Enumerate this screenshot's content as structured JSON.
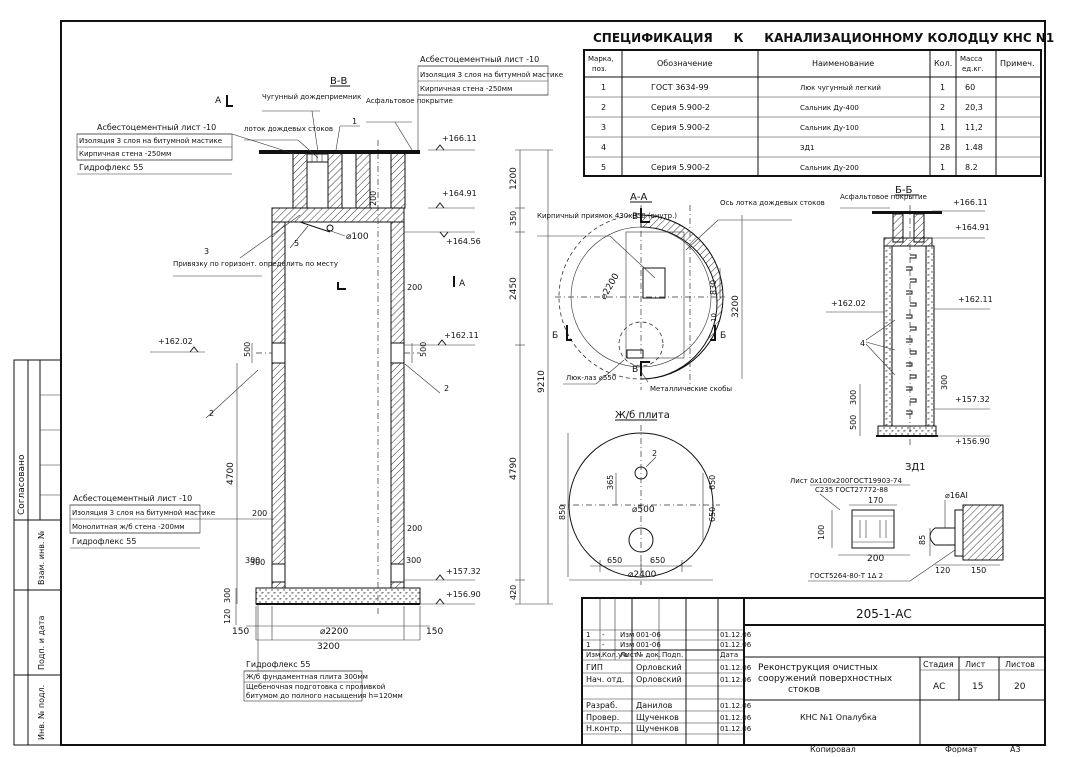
{
  "spec": {
    "title": "СПЕЦИФИКАЦИЯ     К     КАНАЛИЗАЦИОННОМУ КОЛОДЦУ КНС N1",
    "headers": [
      "Марка, поз.",
      "Обозначение",
      "Наименование",
      "Кол.",
      "Масса ед.кг.",
      "Примеч."
    ],
    "rows": [
      [
        "1",
        "ГОСТ 3634-99",
        "Люк чугунный легкий",
        "1",
        "60",
        ""
      ],
      [
        "2",
        "Серия 5.900-2",
        "Сальник Ду-400",
        "2",
        "20,3",
        ""
      ],
      [
        "3",
        "Серия 5.900-2",
        "Сальник Ду-100",
        "1",
        "11,2",
        ""
      ],
      [
        "4",
        "",
        "ЗД1",
        "28",
        "1.48",
        ""
      ],
      [
        "5",
        "Серия 5.900-2",
        "Сальник Ду-200",
        "1",
        "8.2",
        ""
      ]
    ]
  },
  "section_bb": {
    "title": "В-В",
    "marker_a_top": "А",
    "marker_a_right": "А",
    "labels": {
      "hatch": "Чугунный дождеприемник",
      "tray": "лоток дождевых стоков",
      "asphalt": "Асфальтовое покрытие",
      "anchor": "Привязку по горизонт. определить по месту",
      "diam100": "⌀100"
    },
    "note_top_left": [
      "Асбестоцементный лист    -10",
      "Изоляция 3 слоя на битумной мастике",
      "Кирпичная стена         -250мм",
      "Гидрофлекс 55"
    ],
    "note_top_right": [
      "Асбестоцементный лист   -10",
      "Изоляция 3 слоя на битумной мастике",
      "Кирпичная стена         -250мм"
    ],
    "note_mid_left": [
      "Асбестоцементный лист    -10",
      "Изоляция 3 слоя на битумной мастике",
      "Монолитная ж/б стена  -200мм",
      "Гидрофлекс 55"
    ],
    "note_bottom": [
      "Гидрофлекс 55",
      "Ж/б фундаментная плита  300мм",
      "Щебеночная подготовка с проливкой",
      "битумом до полного насыщения h=120мм"
    ],
    "callouts": [
      "1",
      "2",
      "2",
      "3",
      "5"
    ],
    "elevations": [
      "+166.11",
      "+164.91",
      "+164.56",
      "+162.02",
      "+162.11",
      "+157.32",
      "+156.90"
    ],
    "dims_v": [
      "1200",
      "350",
      "2450",
      "4790",
      "9210",
      "4700",
      "500",
      "500",
      "200",
      "300",
      "420",
      "120",
      "300",
      "200",
      "200",
      "200"
    ],
    "dims_h": [
      "150",
      "3200",
      "⌀2200",
      "150",
      "300",
      "300"
    ]
  },
  "section_aa": {
    "title": "А-А",
    "labels": {
      "brick_pit": "Кирпичный приямок 430х850 (внутр.)",
      "axis_tray": "Ось лотка дождевых стоков",
      "hatch": "Люк-лаз ⌀550",
      "brackets": "Металлические скобы",
      "b_left": "Б",
      "b_right": "Б",
      "v_top": "В",
      "v_bot": "В"
    },
    "dims": [
      "⌀2200",
      "830",
      "3200",
      "10"
    ]
  },
  "slab": {
    "title": "Ж/б плита",
    "dims": [
      "365",
      "650",
      "650",
      "850",
      "⌀500",
      "650",
      "650",
      "⌀2400"
    ],
    "callout": "2"
  },
  "section_bb2": {
    "title": "Б-Б",
    "asphalt": "Асфальтовое покрытие",
    "elevations": [
      "+166.11",
      "+164.91",
      "+162.02",
      "+162.11",
      "+157.32",
      "+156.90"
    ],
    "callout": "4",
    "dims": [
      "300",
      "500",
      "300"
    ]
  },
  "zd1": {
    "title": "ЗД1",
    "sheet": "Лист",
    "sheet_spec": "δх100х200ГОСТ19903-74",
    "steel": "С235 ГОСТ27772-88",
    "rod": "⌀16АI",
    "gost": "ГОСТ5264-80-Т 1Δ 2",
    "dims": [
      "170",
      "100",
      "200",
      "85",
      "120",
      "150"
    ]
  },
  "stamp": {
    "code": "205-1-АС",
    "rev_rows": [
      [
        "1",
        "-",
        "Изм",
        "001-06",
        "",
        "01.12.06"
      ],
      [
        "1",
        "-",
        "Изм",
        "001-06",
        "",
        "01.12.06"
      ]
    ],
    "rev_head": [
      "Изм.",
      "Кол.уч.",
      "Лист",
      "№ док.",
      "Подп.",
      "Дата"
    ],
    "persons": [
      [
        "ГИП",
        "Орловский",
        "01.12.06"
      ],
      [
        "Нач. отд.",
        "Орловский",
        "01.12.06"
      ],
      [
        "",
        "",
        ""
      ],
      [
        "Разраб.",
        "Данилов",
        "01.12.06"
      ],
      [
        "Провер.",
        "Щученков",
        "01.12.06"
      ],
      [
        "Н.контр.",
        "Щученков",
        "01.12.06"
      ]
    ],
    "project": "Реконструкция очистных сооружений поверхностных стоков",
    "sheet_name": "КНС №1 Опалубка",
    "stage_h": "Стадия",
    "list_h": "Лист",
    "lists_h": "Листов",
    "stage": "АС",
    "list": "15",
    "lists": "20",
    "copied": "Копировал",
    "format": "Формат",
    "format_val": "А3"
  },
  "side": {
    "agreed": "Согласовано",
    "inv_repl": "Взам. инв. №",
    "sign_date": "Подп. и дата",
    "inv_orig": "Инв. № подл."
  }
}
